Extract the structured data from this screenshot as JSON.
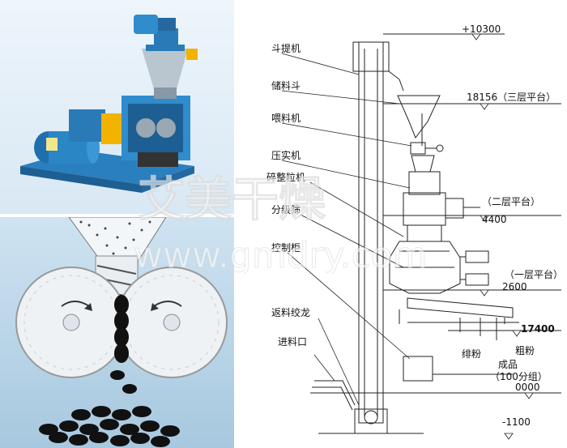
{
  "labels": {
    "bucket_elevator": "斗提机",
    "storage_hopper": "储料斗",
    "feeder": "喂料机",
    "compactor": "压实机",
    "crusher_granulator": "碎整粒机",
    "classifying_screen": "分级筛",
    "control_cabinet": "控制柜",
    "return_auger": "返料绞龙",
    "feed_inlet": "进料口",
    "fine_powder": "绯粉",
    "coarse_powder": "粗粉",
    "product": "成品",
    "product_group": "（100分组）"
  },
  "elevations": {
    "top": "+10300",
    "third_floor": "18156（三层平台）",
    "second_floor_label": "（二层平台）",
    "second_floor_value": "4400",
    "first_floor_label": "（一层平台）",
    "first_floor_value": "2600",
    "screen_level": "17400",
    "ground": "0000",
    "pit": "-1100"
  },
  "watermark": {
    "brand": "艾美干燥",
    "url": "www.gmdry.com"
  },
  "colors": {
    "machine_blue": "#2a86c8",
    "line": "#222222",
    "roller": "#e9eef2",
    "pellet": "#111111"
  }
}
